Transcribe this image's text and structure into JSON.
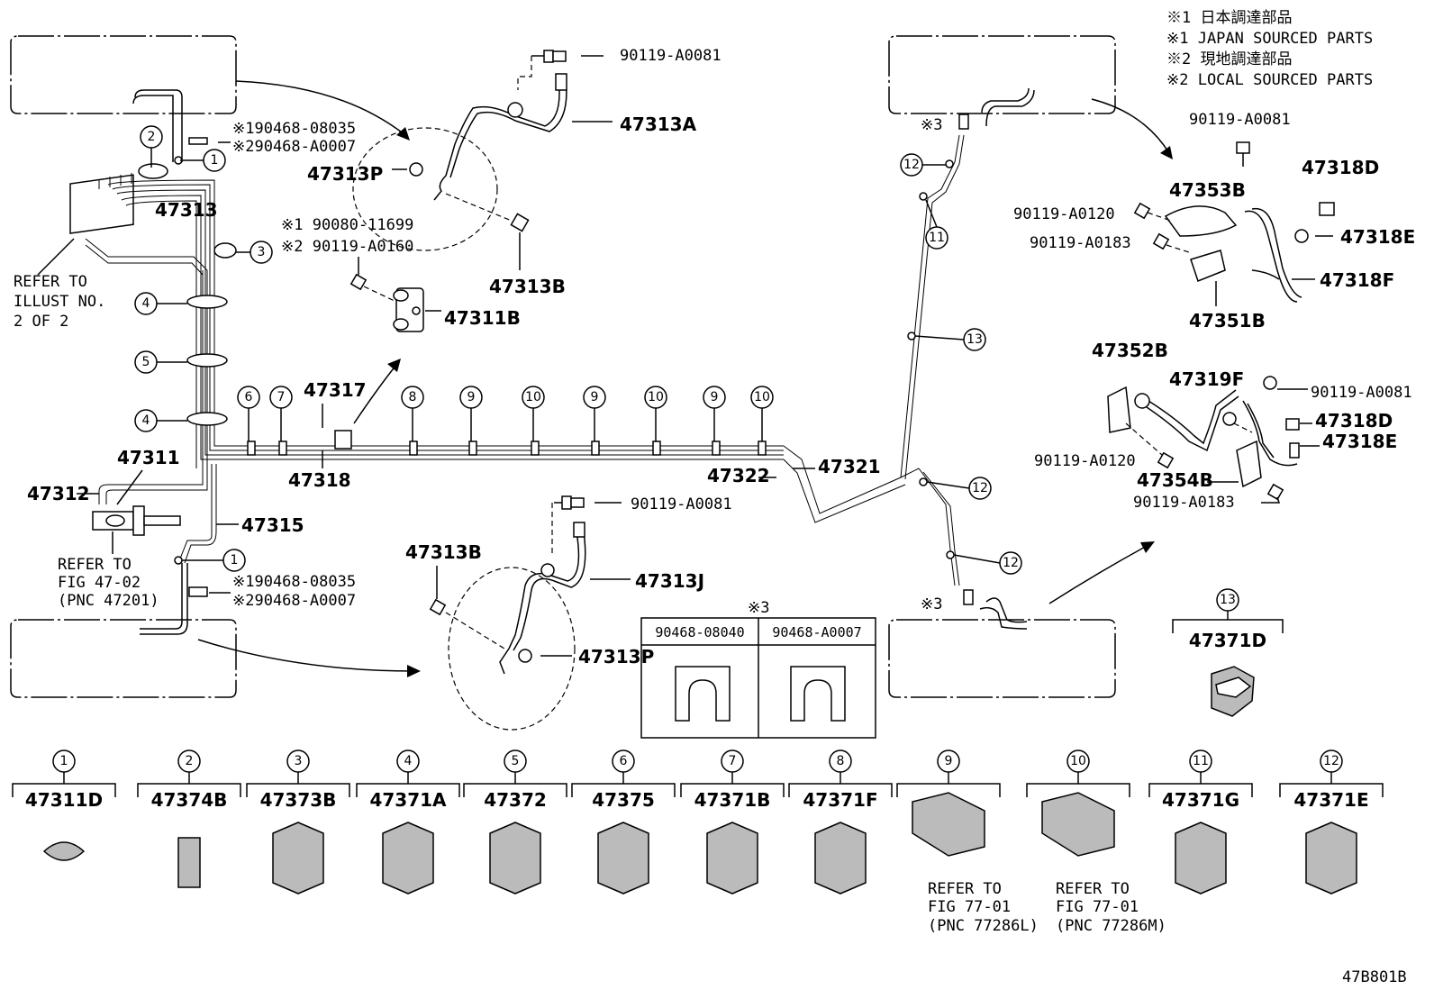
{
  "notes": [
    "※1 日本調達部品",
    "※1 JAPAN SOURCED PARTS",
    "※2 現地調達部品",
    "※2 LOCAL SOURCED PARTS"
  ],
  "figure_code": "47B801B",
  "refs": {
    "illust_l1": "REFER TO",
    "illust_l2": "ILLUST NO.",
    "illust_l3": "2 OF 2",
    "fig4702_l1": "REFER TO",
    "fig4702_l2": "FIG 47-02",
    "fig4702_l3": "(PNC 47201)",
    "fig7701a_l1": "REFER TO",
    "fig7701a_l2": "FIG 77-01",
    "fig7701a_l3": "(PNC 77286L)",
    "fig7701b_l1": "REFER TO",
    "fig7701b_l2": "FIG 77-01",
    "fig7701b_l3": "(PNC 77286M)"
  },
  "labels": {
    "a1": "90119-A0081",
    "a2": "47313A",
    "a3": "47313P",
    "a4": "※190468-08035",
    "a5": "※290468-A0007",
    "a6": "47313",
    "a7": "※1 90080-11699",
    "a8": "※2 90119-A0160",
    "a9": "47313B",
    "a10": "47311B",
    "a11": "47317",
    "a12": "47318",
    "a13": "47311",
    "a14": "47312",
    "a15": "47315",
    "a16": "※190468-08035",
    "a17": "※290468-A0007",
    "a18": "47313B",
    "a19": "90119-A0081",
    "a20": "47313J",
    "a21": "47313P",
    "a22": "47322",
    "a23": "47321",
    "a24": "※3",
    "a25": "※3",
    "b1": "90119-A0081",
    "b2": "47318D",
    "b3": "47353B",
    "b4": "90119-A0120",
    "b5": "47318E",
    "b6": "90119-A0183",
    "b7": "47318F",
    "b8": "47351B",
    "b9": "47352B",
    "b10": "47319F",
    "b11": "90119-A0081",
    "b12": "47318D",
    "b13": "47318E",
    "b14": "90119-A0120",
    "b15": "47354B",
    "b16": "90119-A0183"
  },
  "clip_table": {
    "note": "※3",
    "col1": "90468-08040",
    "col2": "90468-A0007"
  },
  "legend": [
    {
      "num": "1",
      "part": "47311D"
    },
    {
      "num": "2",
      "part": "47374B"
    },
    {
      "num": "3",
      "part": "47373B"
    },
    {
      "num": "4",
      "part": "47371A"
    },
    {
      "num": "5",
      "part": "47372"
    },
    {
      "num": "6",
      "part": "47375"
    },
    {
      "num": "7",
      "part": "47371B"
    },
    {
      "num": "8",
      "part": "47371F"
    },
    {
      "num": "9",
      "part": ""
    },
    {
      "num": "10",
      "part": ""
    },
    {
      "num": "11",
      "part": "47371G"
    },
    {
      "num": "12",
      "part": "47371E"
    }
  ],
  "legend13": {
    "num": "13",
    "part": "47371D"
  },
  "callouts": [
    "1",
    "2",
    "3",
    "4",
    "5",
    "4",
    "6",
    "7",
    "8",
    "9",
    "10",
    "9",
    "10",
    "9",
    "10",
    "11",
    "12",
    "13",
    "12",
    "12",
    "1"
  ]
}
